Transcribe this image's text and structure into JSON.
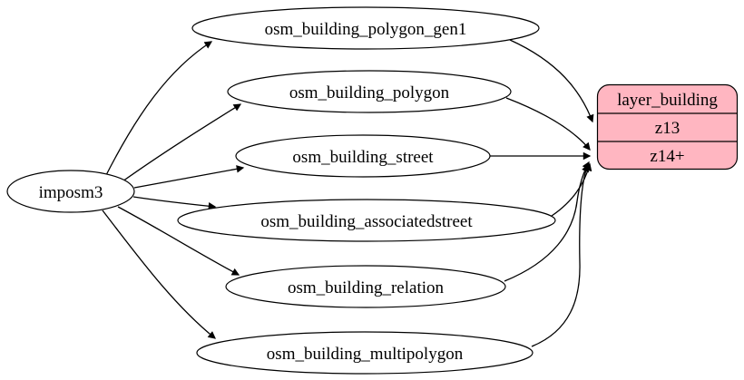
{
  "diagram": {
    "type": "graphviz-flow",
    "nodes": {
      "imposm3": {
        "label": "imposm3",
        "shape": "ellipse"
      },
      "osm_building_polygon_gen1": {
        "label": "osm_building_polygon_gen1",
        "shape": "ellipse"
      },
      "osm_building_polygon": {
        "label": "osm_building_polygon",
        "shape": "ellipse"
      },
      "osm_building_street": {
        "label": "osm_building_street",
        "shape": "ellipse"
      },
      "osm_building_associatedstreet": {
        "label": "osm_building_associatedstreet",
        "shape": "ellipse"
      },
      "osm_building_relation": {
        "label": "osm_building_relation",
        "shape": "ellipse"
      },
      "osm_building_multipolygon": {
        "label": "osm_building_multipolygon",
        "shape": "ellipse"
      }
    },
    "record": {
      "title": "layer_building",
      "rows": [
        "z13",
        "z14+"
      ],
      "shape": "rounded-record"
    },
    "edges": [
      {
        "from": "imposm3",
        "to": "osm_building_polygon_gen1"
      },
      {
        "from": "imposm3",
        "to": "osm_building_polygon"
      },
      {
        "from": "imposm3",
        "to": "osm_building_street"
      },
      {
        "from": "imposm3",
        "to": "osm_building_associatedstreet"
      },
      {
        "from": "imposm3",
        "to": "osm_building_relation"
      },
      {
        "from": "imposm3",
        "to": "osm_building_multipolygon"
      },
      {
        "from": "osm_building_polygon_gen1",
        "to": "layer_building:z13"
      },
      {
        "from": "osm_building_polygon",
        "to": "layer_building:z14+"
      },
      {
        "from": "osm_building_street",
        "to": "layer_building:z14+"
      },
      {
        "from": "osm_building_associatedstreet",
        "to": "layer_building:z14+"
      },
      {
        "from": "osm_building_relation",
        "to": "layer_building:z14+"
      },
      {
        "from": "osm_building_multipolygon",
        "to": "layer_building:z14+"
      }
    ],
    "colors": {
      "record_fill": "#FFB6C1",
      "node_fill": "#FFFFFF",
      "stroke": "#000000"
    }
  }
}
